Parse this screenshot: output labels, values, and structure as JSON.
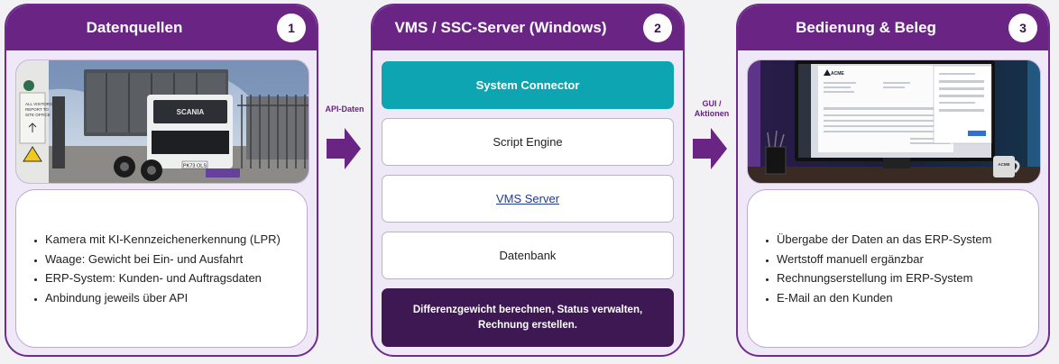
{
  "panels": [
    {
      "title": "Datenquellen",
      "number": "1",
      "photo": {
        "sign_lines": [
          "ALL VISITORS",
          "REPORT TO",
          "SITE OFFICE"
        ],
        "truck_brand": "SCANIA",
        "plate": "PK73 OLS"
      },
      "bullets": [
        "Kamera mit KI-Kennzeichenerkennung (LPR)",
        "Waage: Gewicht bei Ein- und Ausfahrt",
        "ERP-System: Kunden- und Auftragsdaten",
        "Anbindung jeweils über API"
      ]
    },
    {
      "title": "VMS / SSC-Server (Windows)",
      "number": "2",
      "components": {
        "connector": "System Connector",
        "script": "Script Engine",
        "vms": "VMS Server",
        "db": "Datenbank",
        "action": "Differenzgewicht berechnen, Status verwalten, Rechnung erstellen."
      }
    },
    {
      "title": "Bedienung & Beleg",
      "number": "3",
      "photo": {
        "screen_logo": "ACME",
        "mug_logo": "ACME"
      },
      "bullets": [
        "Übergabe der Daten an das ERP-System",
        "Wertstoff manuell ergänzbar",
        "Rechnungserstellung im ERP-System",
        "E-Mail an den Kunden"
      ]
    }
  ],
  "arrows": {
    "first": "API-Daten",
    "second_line1": "GUI /",
    "second_line2": "Aktionen"
  },
  "colors": {
    "header": "#6a2484",
    "panel_bg": "#efe8f6",
    "teal": "#0ea5b2",
    "dark": "#3d1853",
    "arrow": "#6a2484"
  }
}
